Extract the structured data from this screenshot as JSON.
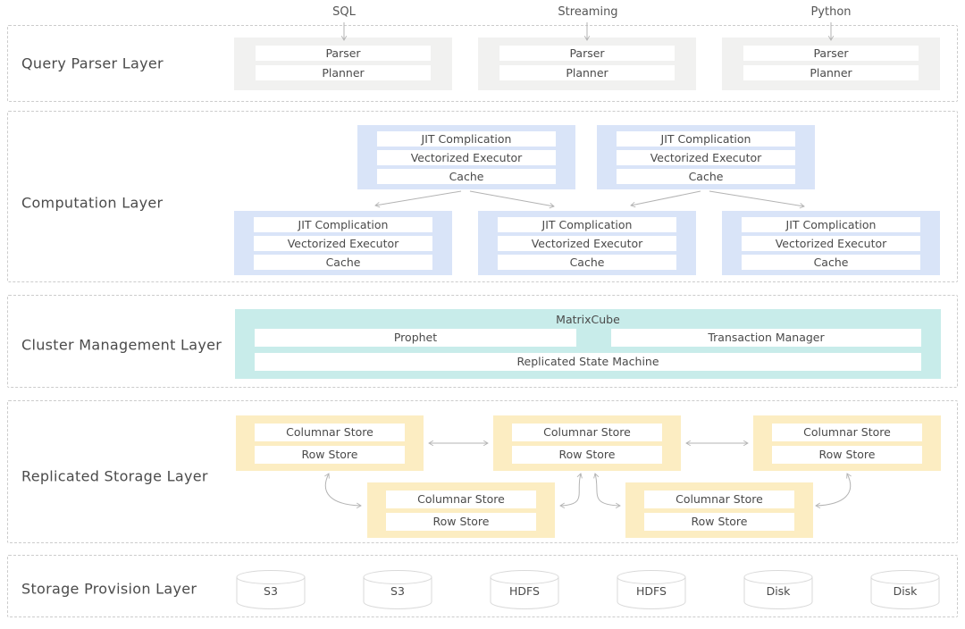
{
  "inputs": [
    "SQL",
    "Streaming",
    "Python"
  ],
  "layers": {
    "query_parser": "Query Parser Layer",
    "computation": "Computation Layer",
    "cluster_management": "Cluster Management Layer",
    "replicated_storage": "Replicated Storage Layer",
    "storage_provision": "Storage Provision Layer"
  },
  "parser_node": {
    "rows": [
      "Parser",
      "Planner"
    ]
  },
  "compute_node": {
    "rows": [
      "JIT Complication",
      "Vectorized Executor",
      "Cache"
    ]
  },
  "matrixcube": {
    "title": "MatrixCube",
    "components": [
      "Prophet",
      "Transaction Manager",
      "Replicated State Machine"
    ]
  },
  "storage_node": {
    "rows": [
      "Columnar Store",
      "Row Store"
    ]
  },
  "provision_nodes": [
    "S3",
    "S3",
    "HDFS",
    "HDFS",
    "Disk",
    "Disk"
  ],
  "colors": {
    "parser_box": "#f1f1f0",
    "compute_box": "#d9e4f8",
    "cluster_box": "#c8ecea",
    "storage_box": "#fcedc2",
    "arrow": "#b3b3b3",
    "dash_border": "#cccccc",
    "label_text": "#4b4b4b",
    "node_text": "#4a4a4a"
  }
}
